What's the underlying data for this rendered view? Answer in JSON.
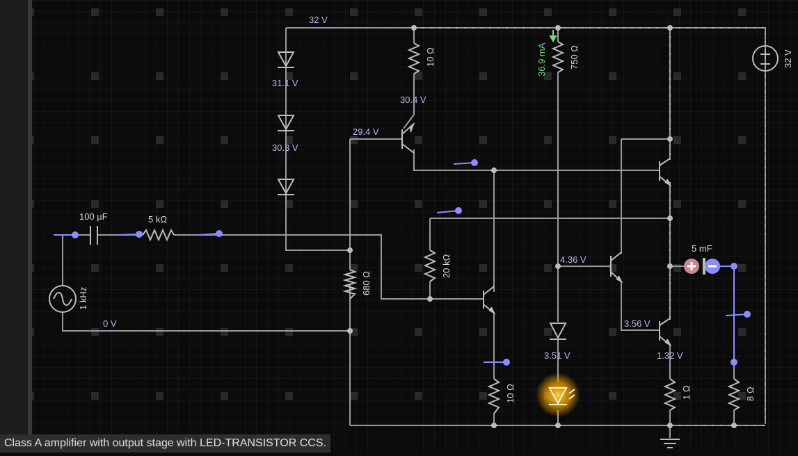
{
  "caption": "Class A amplifier with output stage with LED-TRANSISTOR CCS.",
  "labels": {
    "v_top": "32 V",
    "d1_v": "31.1 V",
    "d2_v": "30.3 V",
    "r10_top": "10 Ω",
    "v_30_4": "30.4 V",
    "v_29_4": "29.4 V",
    "current": "36.9 mA",
    "r750": "750 Ω",
    "supply_v": "32 V",
    "cap100": "100 µF",
    "r5k": "5 kΩ",
    "r680": "680 Ω",
    "r20k": "20 kΩ",
    "v_4_36": "4.36 V",
    "cap5m": "5 mF",
    "ac_freq": "1 kHz",
    "v_0": "0 V",
    "v_3_56": "3.56 V",
    "v_3_51": "3.51 V",
    "v_1_32": "1.32 V",
    "r10_bot": "10 Ω",
    "r1": "1 Ω",
    "r8": "8 Ω"
  },
  "colors": {
    "wire": "#9a9a9a",
    "wire_active": "#8dd08d",
    "voltage_label": "#b9b9f0",
    "current_label": "#7ed37e",
    "led": "#ffb81a",
    "probe": "#8c8cff"
  }
}
